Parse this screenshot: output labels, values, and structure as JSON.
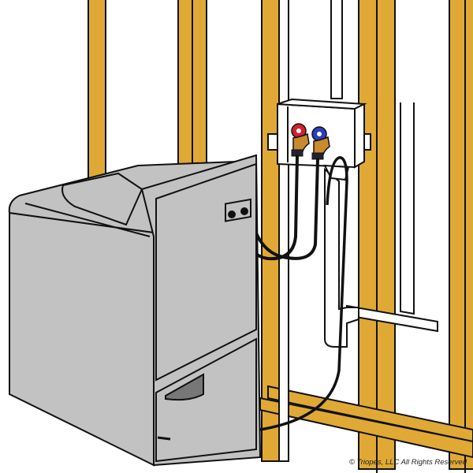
{
  "illustration": {
    "subject": "Washing machine connected to wall outlet box with hot and cold supply hoses and drain hose into standpipe",
    "copyright": "© Triopes, LLC All Rights Reserved"
  },
  "colors": {
    "stud": "#E0A935",
    "washer": "#C2C2C2",
    "washer_dark": "#7A7A7A",
    "outline": "#111111",
    "hot_valve": "#D42030",
    "cold_valve": "#2A3FC0",
    "brass": "#C98A2E"
  },
  "components": [
    {
      "id": "wall-studs",
      "label": "Wall framing studs"
    },
    {
      "id": "outlet-box",
      "label": "Washer outlet box"
    },
    {
      "id": "hot-valve",
      "label": "Hot water valve"
    },
    {
      "id": "cold-valve",
      "label": "Cold water valve"
    },
    {
      "id": "supply-hoses",
      "label": "Supply hoses"
    },
    {
      "id": "drain-hose",
      "label": "Drain hose"
    },
    {
      "id": "standpipe",
      "label": "Drain standpipe with P-trap"
    },
    {
      "id": "washing-machine",
      "label": "Washing machine"
    }
  ]
}
